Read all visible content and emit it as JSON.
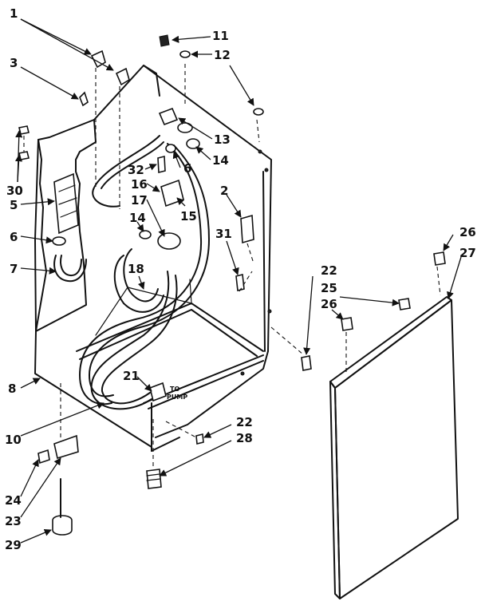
{
  "callouts": [
    {
      "id": "c1",
      "text": "1"
    },
    {
      "id": "c3",
      "text": "3"
    },
    {
      "id": "c11",
      "text": "11"
    },
    {
      "id": "c12",
      "text": "12"
    },
    {
      "id": "c13",
      "text": "13"
    },
    {
      "id": "c14a",
      "text": "14"
    },
    {
      "id": "c6a",
      "text": "6"
    },
    {
      "id": "c32",
      "text": "32"
    },
    {
      "id": "c16",
      "text": "16"
    },
    {
      "id": "c17",
      "text": "17"
    },
    {
      "id": "c15",
      "text": "15"
    },
    {
      "id": "c14b",
      "text": "14"
    },
    {
      "id": "c2",
      "text": "2"
    },
    {
      "id": "c31",
      "text": "31"
    },
    {
      "id": "c18",
      "text": "18"
    },
    {
      "id": "c30",
      "text": "30"
    },
    {
      "id": "c5",
      "text": "5"
    },
    {
      "id": "c6b",
      "text": "6"
    },
    {
      "id": "c7",
      "text": "7"
    },
    {
      "id": "c8",
      "text": "8"
    },
    {
      "id": "c21",
      "text": "21"
    },
    {
      "id": "c10",
      "text": "10"
    },
    {
      "id": "c22a",
      "text": "22"
    },
    {
      "id": "c25",
      "text": "25"
    },
    {
      "id": "c26a",
      "text": "26"
    },
    {
      "id": "c26b",
      "text": "26"
    },
    {
      "id": "c27",
      "text": "27"
    },
    {
      "id": "c22b",
      "text": "22"
    },
    {
      "id": "c28",
      "text": "28"
    },
    {
      "id": "c24",
      "text": "24"
    },
    {
      "id": "c23",
      "text": "23"
    },
    {
      "id": "c29",
      "text": "29"
    }
  ],
  "annotations": {
    "to_pump_line1": "TO",
    "to_pump_line2": "PUMP"
  }
}
